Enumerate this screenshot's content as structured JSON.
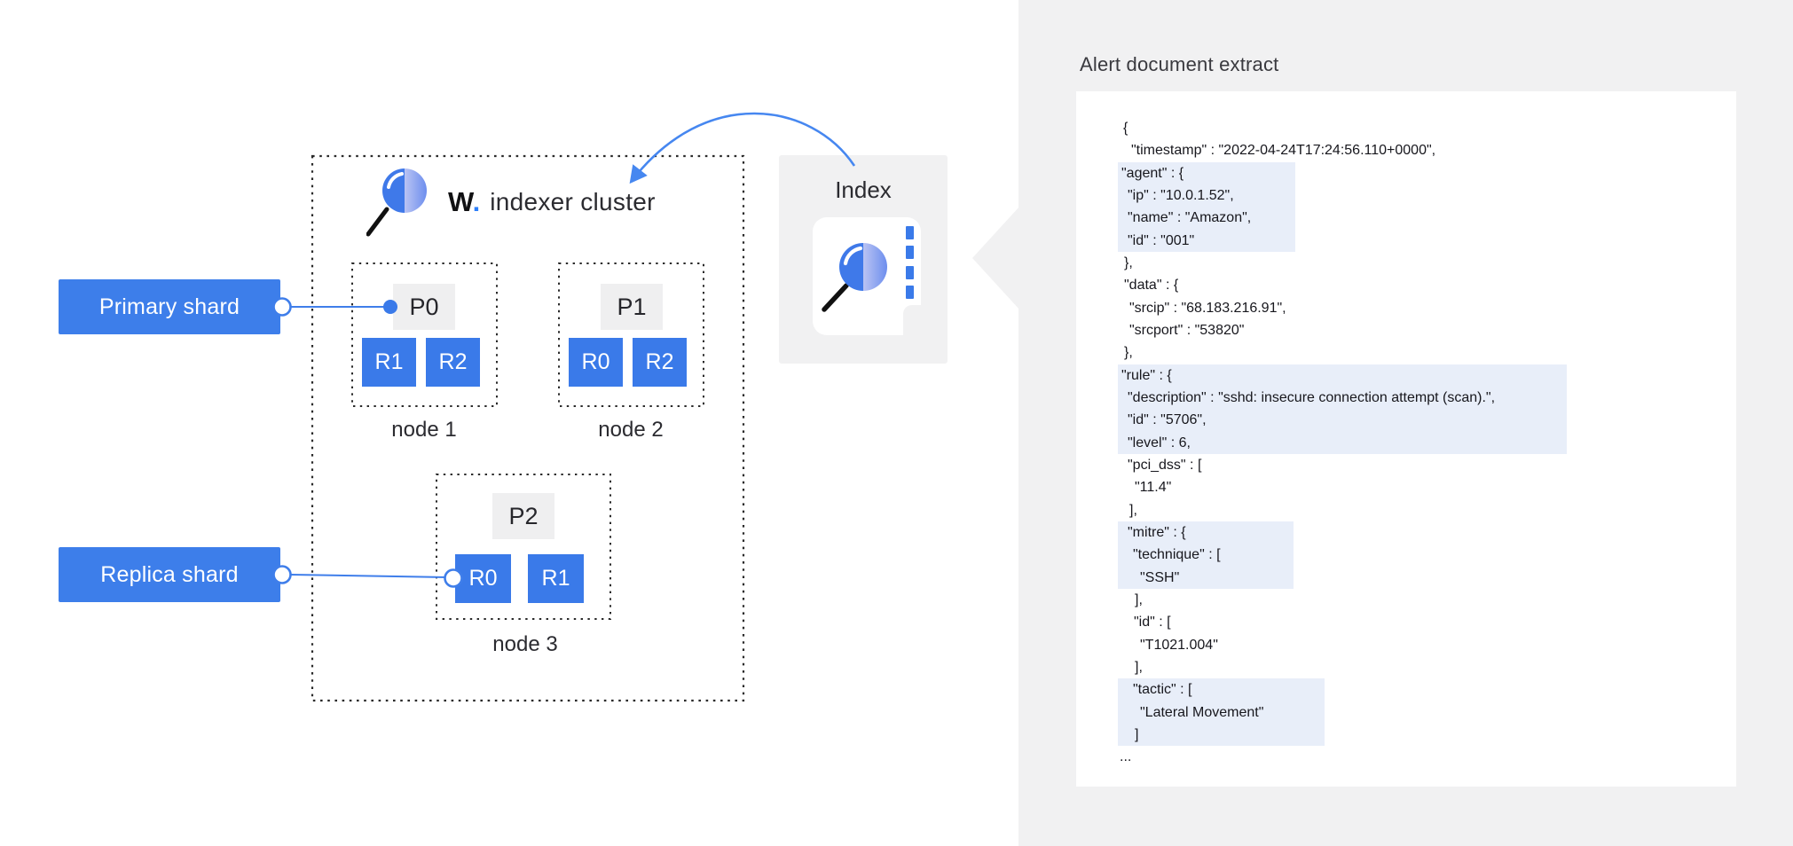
{
  "diagram": {
    "brand_w": "W",
    "brand_dot": ".",
    "cluster_title": "indexer cluster",
    "nodes": [
      {
        "label": "node 1",
        "primary": "P0",
        "replicas": [
          "R1",
          "R2"
        ]
      },
      {
        "label": "node 2",
        "primary": "P1",
        "replicas": [
          "R0",
          "R2"
        ]
      },
      {
        "label": "node 3",
        "primary": "P2",
        "replicas": [
          "R0",
          "R1"
        ]
      }
    ],
    "legend": {
      "primary_label": "Primary shard",
      "replica_label": "Replica shard"
    },
    "index_label": "Index",
    "icons": [
      "magnifier-icon",
      "document-icon",
      "curved-arrow-icon"
    ]
  },
  "panel": {
    "title": "Alert document extract"
  },
  "alert_json": {
    "lines": [
      {
        "text": "{",
        "indent": 6,
        "hl": ""
      },
      {
        "text": "\"timestamp\" : \"2022-04-24T17:24:56.110+0000\",",
        "indent": 15,
        "hl": ""
      },
      {
        "text": "\"agent\" : {",
        "indent": 4,
        "hl": "hl1"
      },
      {
        "text": "\"ip\" : \"10.0.1.52\",",
        "indent": 11,
        "hl": "hl1"
      },
      {
        "text": "\"name\" : \"Amazon\",",
        "indent": 11,
        "hl": "hl1"
      },
      {
        "text": "\"id\" : \"001\"",
        "indent": 11,
        "hl": "hl1"
      },
      {
        "text": "},",
        "indent": 7,
        "hl": ""
      },
      {
        "text": "\"data\" : {",
        "indent": 7,
        "hl": ""
      },
      {
        "text": "\"srcip\" : \"68.183.216.91\",",
        "indent": 13,
        "hl": ""
      },
      {
        "text": "\"srcport\" : \"53820\"",
        "indent": 13,
        "hl": ""
      },
      {
        "text": "},",
        "indent": 7,
        "hl": ""
      },
      {
        "text": "\"rule\" : {",
        "indent": 4,
        "hl": "hl2"
      },
      {
        "text": "\"description\" : \"sshd: insecure connection attempt (scan).\",",
        "indent": 11,
        "hl": "hl2"
      },
      {
        "text": "\"id\" : \"5706\",",
        "indent": 11,
        "hl": "hl2"
      },
      {
        "text": "\"level\" : 6,",
        "indent": 11,
        "hl": "hl2"
      },
      {
        "text": "\"pci_dss\" : [",
        "indent": 11,
        "hl": ""
      },
      {
        "text": "\"11.4\"",
        "indent": 19,
        "hl": ""
      },
      {
        "text": "],",
        "indent": 13,
        "hl": ""
      },
      {
        "text": "\"mitre\" : {",
        "indent": 11,
        "hl": "hl3"
      },
      {
        "text": "\"technique\" : [",
        "indent": 17,
        "hl": "hl3"
      },
      {
        "text": "\"SSH\"",
        "indent": 25,
        "hl": "hl3"
      },
      {
        "text": "],",
        "indent": 19,
        "hl": ""
      },
      {
        "text": "\"id\" : [",
        "indent": 18,
        "hl": ""
      },
      {
        "text": "\"T1021.004\"",
        "indent": 25,
        "hl": ""
      },
      {
        "text": "],",
        "indent": 19,
        "hl": ""
      },
      {
        "text": "\"tactic\" : [",
        "indent": 17,
        "hl": "hl4"
      },
      {
        "text": "\"Lateral Movement\"",
        "indent": 25,
        "hl": "hl4"
      },
      {
        "text": "]",
        "indent": 19,
        "hl": "hl4"
      },
      {
        "text": "...",
        "indent": 2,
        "hl": ""
      }
    ]
  },
  "colors": {
    "accent_blue": "#3a7ae9",
    "arrow_blue": "#4687f0",
    "highlight_blue": "#e8eef9",
    "panel_gray": "#f1f1f2",
    "primary_box_gray": "#efeff0",
    "text_dark": "#2b2b30"
  }
}
